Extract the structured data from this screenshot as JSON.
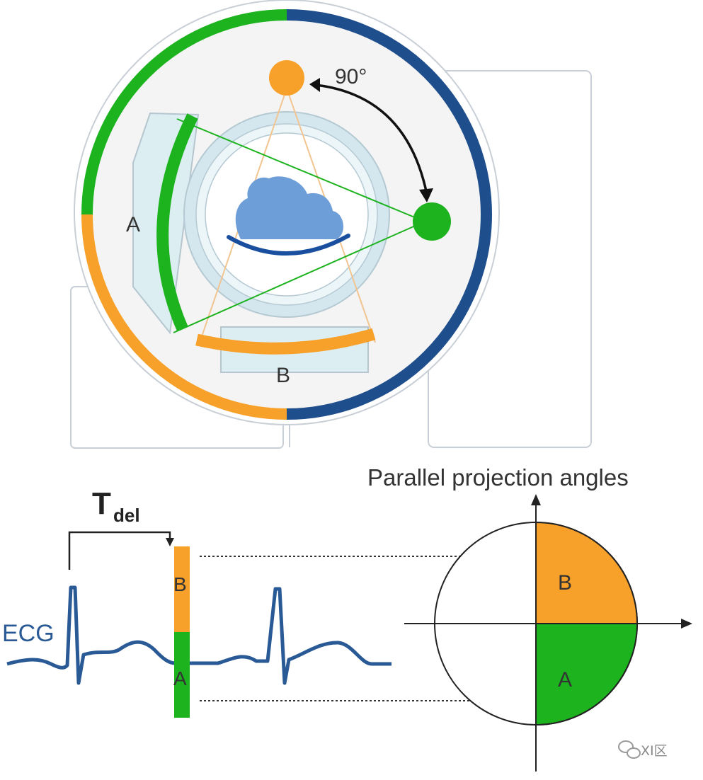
{
  "scanner": {
    "rotation_angle_label": "90°",
    "detector_a_label": "A",
    "detector_b_label": "B"
  },
  "ecg": {
    "signal_label": "ECG",
    "delay_symbol": "T",
    "delay_subscript": "del",
    "segment_b_label": "B",
    "segment_a_label": "A"
  },
  "projection": {
    "title": "Parallel projection angles",
    "quadrant_b_label": "B",
    "quadrant_a_label": "A"
  },
  "watermark": {
    "text": "XI区"
  },
  "colors": {
    "orange": "#F7A02A",
    "green": "#1DB31F",
    "navy": "#1F4E8C",
    "ecg_blue": "#2A5A96",
    "light_blue": "#DDEEF3",
    "gantry_fill": "#F4F4F4",
    "patient_blue": "#6E9ED8"
  }
}
